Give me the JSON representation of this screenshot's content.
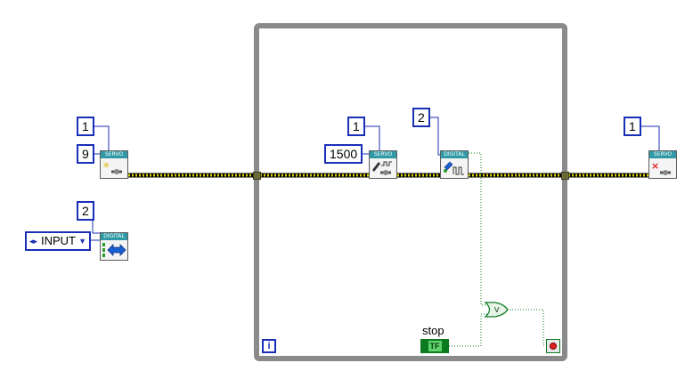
{
  "constants": {
    "c_open_channel": "1",
    "c_open_pin": "9",
    "c_dig_setmode_pin": "2",
    "c_servo_write_channel": "1",
    "c_servo_write_value": "1500",
    "c_digital_pin": "2",
    "c_close_channel": "1"
  },
  "nodes": {
    "servo_open": "SERVO",
    "dig_setmode": "DIGITAL",
    "servo_write": "SERVO",
    "digital_read": "DIGITAL",
    "servo_close": "SERVO"
  },
  "enum": {
    "value": "INPUT"
  },
  "stop": {
    "label": "stop",
    "tf": "TF"
  },
  "iteration": {
    "symbol": "i"
  },
  "colors": {
    "wire_yellow": "#c8c000",
    "wire_black": "#000000",
    "bool_green": "#0b7a20",
    "numeric_blue": "#1a2fb8",
    "loop_gray": "#8a8a8a"
  }
}
